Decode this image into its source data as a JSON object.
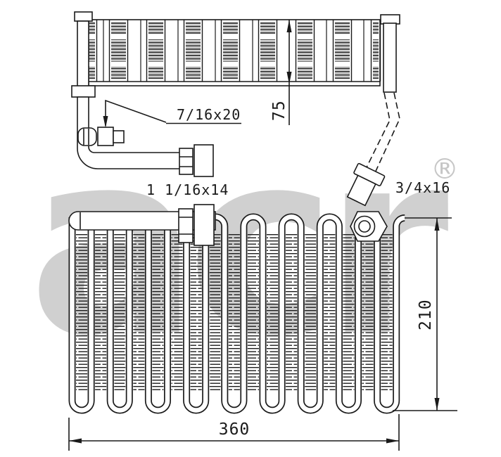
{
  "watermark": {
    "logo_text": "acr",
    "registered_mark": "®"
  },
  "fittings": {
    "service_port_label": "7/16x20",
    "suction_fitting_label": "1 1/16x14",
    "liquid_fitting_label": "3/4x16"
  },
  "dimensions": {
    "header_height_mm": "75",
    "coil_height_mm": "210",
    "coil_width_mm": "360"
  },
  "colors": {
    "ink": "#1a1a1a",
    "watermark": "#d0d0d0",
    "watermark_mark": "#c6c6c6"
  }
}
